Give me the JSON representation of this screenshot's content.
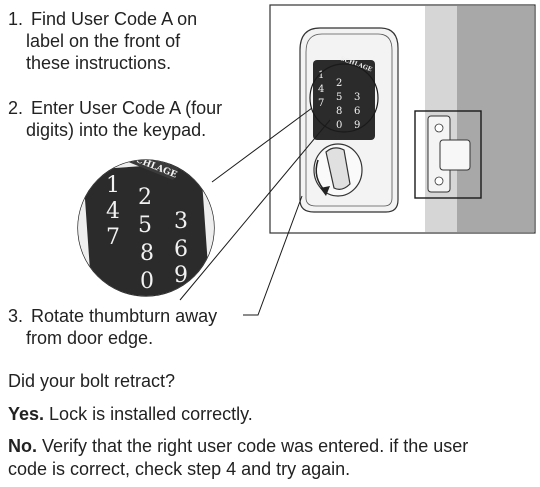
{
  "steps": [
    {
      "number": "1.",
      "lines": [
        "Find User Code A on",
        "label on the front of",
        "these instructions."
      ]
    },
    {
      "number": "2.",
      "lines": [
        "Enter User Code A (four",
        "digits) into the keypad."
      ]
    },
    {
      "number": "3.",
      "lines": [
        "Rotate thumbturn away",
        "from door edge."
      ]
    }
  ],
  "question": "Did your bolt retract?",
  "yes": {
    "label": "Yes.",
    "text": " Lock is installed correctly."
  },
  "no": {
    "label": "No.",
    "text": " Verify that the right user code was entered. if the user",
    "text2": "code is correct, check step 4 and try again."
  },
  "lock_brand": "SCHLAGE",
  "keypad_digits": [
    "1",
    "2",
    "3",
    "4",
    "5",
    "6",
    "7",
    "8",
    "9",
    "0"
  ],
  "colors": {
    "keypad": "#2b2b2b",
    "door": "#a8a8a8",
    "frame": "#d2d2d2",
    "line": "#1a1a1a"
  }
}
